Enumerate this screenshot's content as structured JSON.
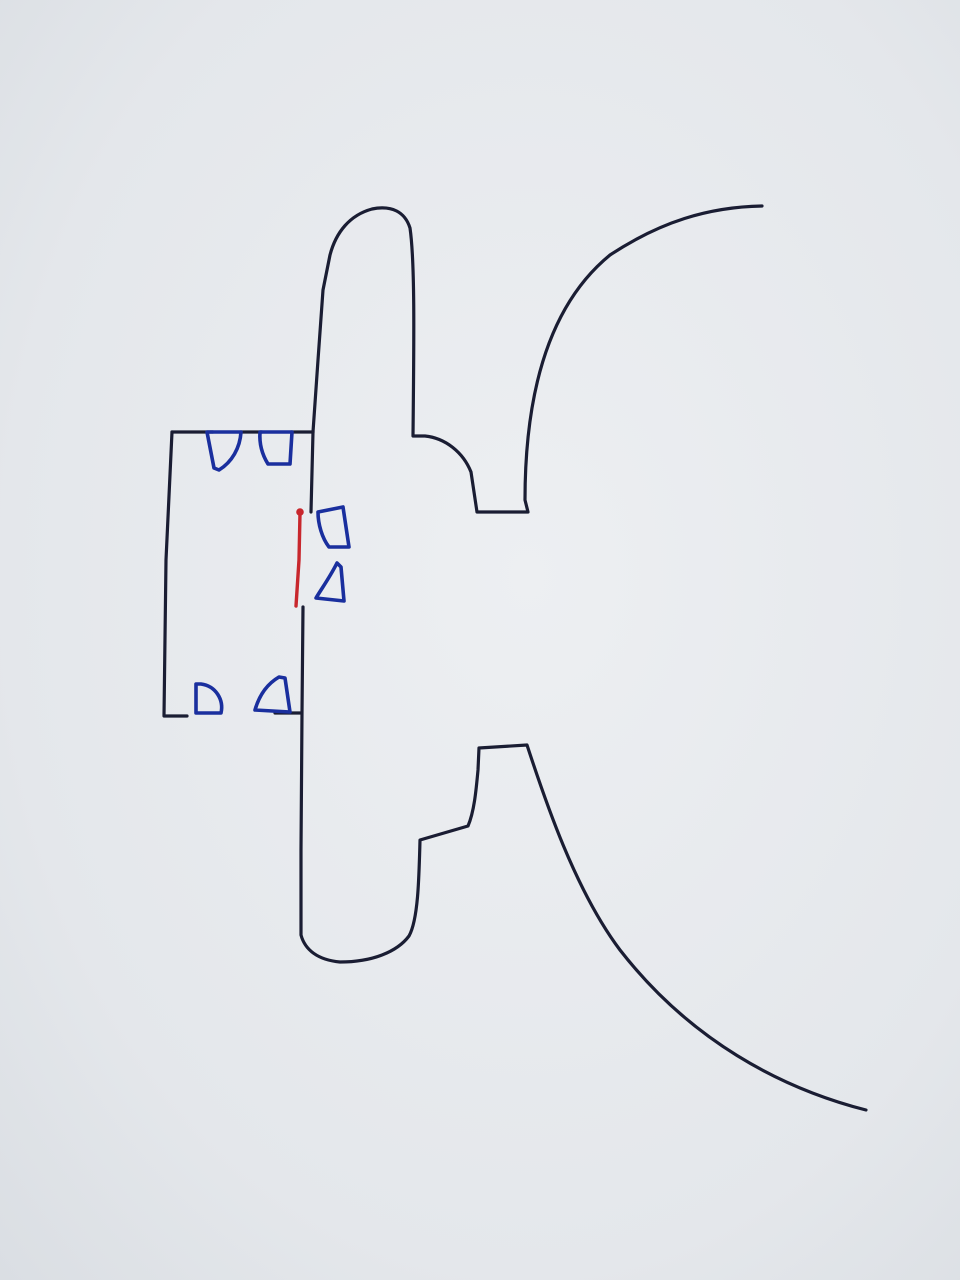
{
  "colors": {
    "paper": "#e6e9ec",
    "outline_ink": "#1a1d33",
    "seat_ink": "#1a2f9e",
    "door_ink": "#c8272d"
  },
  "elements": {
    "outline": "building-outline",
    "seats": [
      "seat",
      "seat",
      "seat",
      "seat",
      "seat",
      "seat"
    ],
    "door": "door-marker"
  }
}
